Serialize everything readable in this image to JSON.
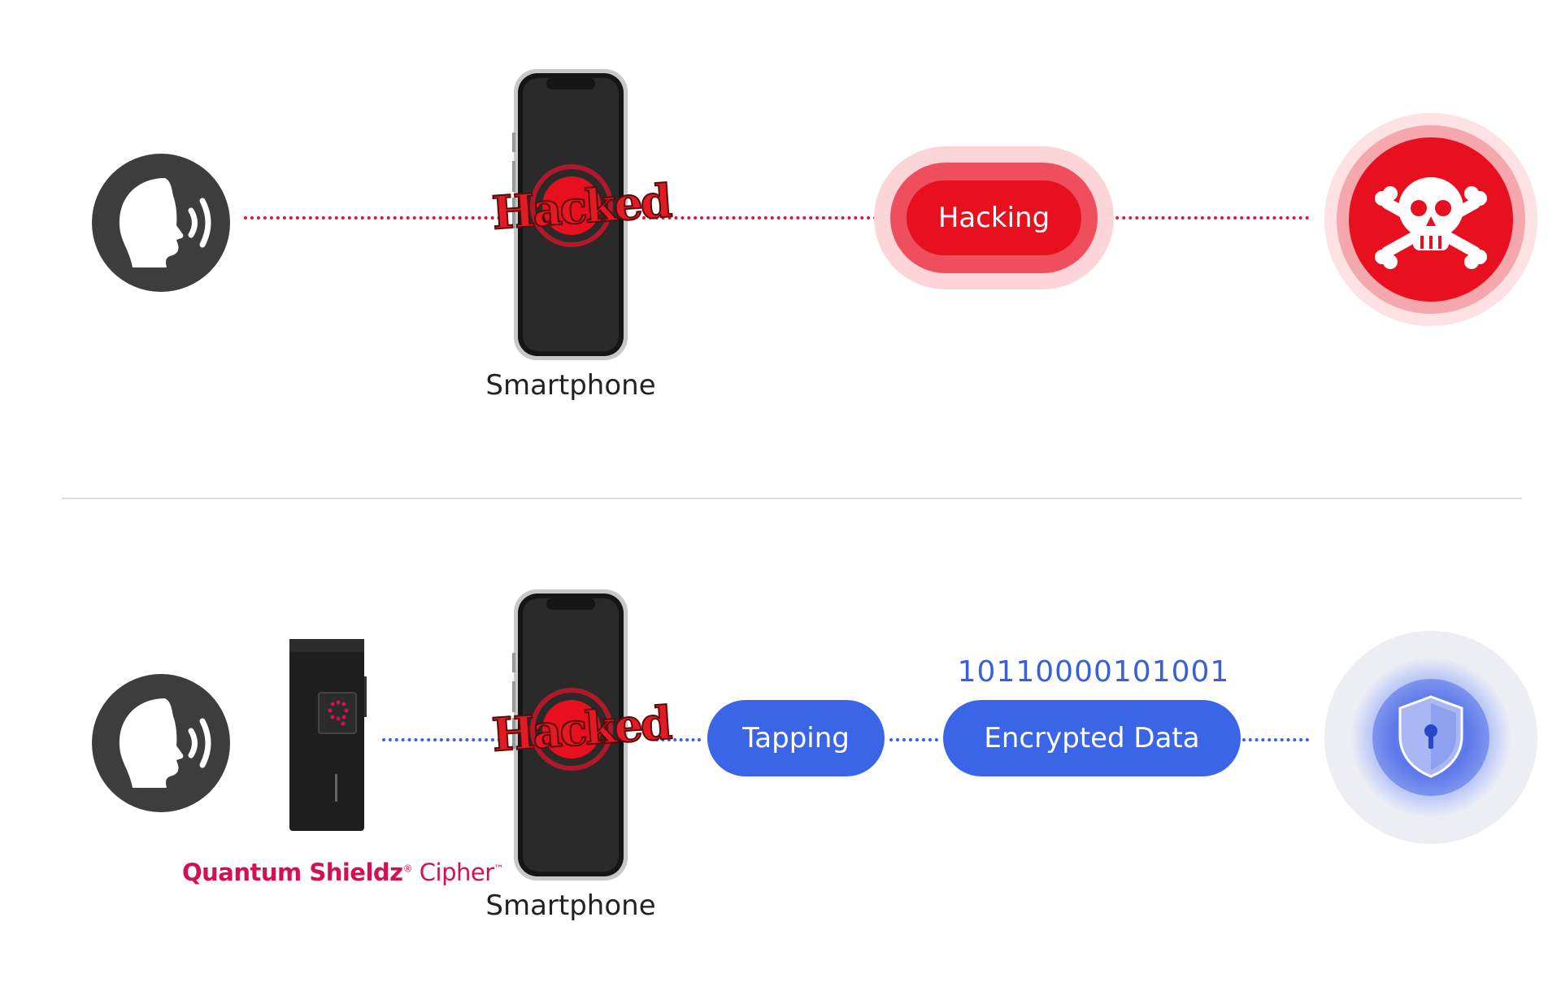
{
  "top_row": {
    "smartphone_label": "Smartphone",
    "phone_stamp": "Hacked",
    "hacking_label": "Hacking",
    "colors": {
      "accent": "#e8101f",
      "connector": "#d81a3a"
    },
    "icons": [
      "speaking-person-icon",
      "hacked-stamp-icon",
      "skull-crossbones-icon"
    ]
  },
  "bottom_row": {
    "device_brand": "Quantum Shieldz",
    "device_brand_mark": "®",
    "device_product": "Cipher",
    "device_product_mark": "™",
    "smartphone_label": "Smartphone",
    "phone_stamp": "Hacked",
    "tapping_label": "Tapping",
    "encrypted_label": "Encrypted Data",
    "binary_text": "10110000101001",
    "colors": {
      "accent": "#3a65e6",
      "connector": "#3b63e0",
      "brand": "#d4114f"
    },
    "icons": [
      "speaking-person-icon",
      "cipher-device-icon",
      "hacked-stamp-icon",
      "shield-lock-icon"
    ]
  }
}
